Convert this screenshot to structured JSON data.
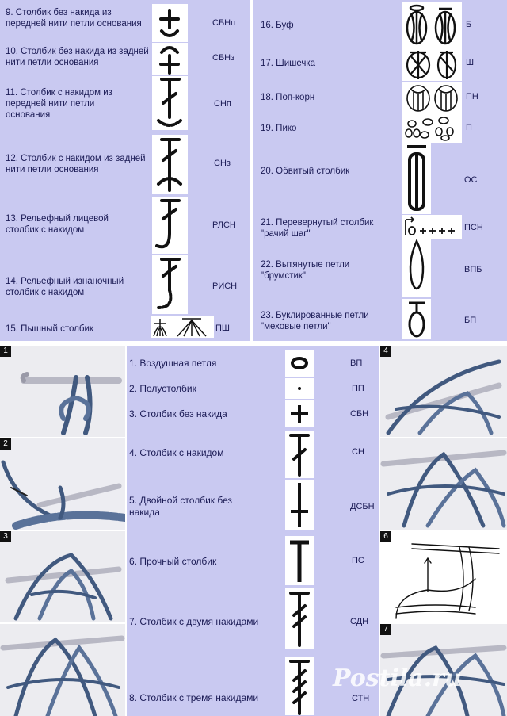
{
  "top_left": {
    "items": [
      {
        "label": "9. Столбик без накида из передней нити петли основания",
        "abbr": "СБНп",
        "icon": "stitch-sbn-front-loop-icon"
      },
      {
        "label": "10. Столбик без накида из задней нити петли основания",
        "abbr": "СБНз",
        "icon": "stitch-sbn-back-loop-icon"
      },
      {
        "label": "11. Столбик с накидом из передней нити петли основания",
        "abbr": "СНп",
        "icon": "stitch-sn-front-loop-icon"
      },
      {
        "label": "12. Столбик с накидом из задней нити петли основания",
        "abbr": "СНз",
        "icon": "stitch-sn-back-loop-icon"
      },
      {
        "label": "13. Рельефный лицевой столбик с накидом",
        "abbr": "РЛСН",
        "icon": "stitch-front-post-dc-icon"
      },
      {
        "label": "14. Рельефный изнаночный столбик с накидом",
        "abbr": "РИСН",
        "icon": "stitch-back-post-dc-icon"
      },
      {
        "label": "15. Пышный столбик",
        "abbr": "ПШ",
        "icon": "stitch-puff-icon"
      }
    ]
  },
  "top_right": {
    "items": [
      {
        "label": "16. Буф",
        "abbr": "Б",
        "icon": "stitch-bobble-icon"
      },
      {
        "label": "17. Шишечка",
        "abbr": "Ш",
        "icon": "stitch-cluster-icon"
      },
      {
        "label": "18. Поп-корн",
        "abbr": "ПН",
        "icon": "stitch-popcorn-icon"
      },
      {
        "label": "19. Пико",
        "abbr": "П",
        "icon": "stitch-picot-icon"
      },
      {
        "label": "20. Обвитый столбик",
        "abbr": "ОС",
        "icon": "stitch-wrapped-icon"
      },
      {
        "label": "21. Перевернутый столбик \"рачий шаг\"",
        "abbr": "ПСН",
        "icon": "stitch-crab-icon"
      },
      {
        "label": "22. Вытянутые петли \"брумстик\"",
        "abbr": "ВПБ",
        "icon": "stitch-broomstick-icon"
      },
      {
        "label": "23. Буклированные петли \"меховые петли\"",
        "abbr": "БП",
        "icon": "stitch-loop-icon"
      }
    ]
  },
  "bottom_center": {
    "items": [
      {
        "label": "1. Воздушная петля",
        "abbr": "ВП",
        "icon": "stitch-chain-icon"
      },
      {
        "label": "2. Полустолбик",
        "abbr": "ПП",
        "icon": "stitch-slip-icon"
      },
      {
        "label": "3. Столбик без накида",
        "abbr": "СБН",
        "icon": "stitch-sc-icon"
      },
      {
        "label": "4. Столбик с накидом",
        "abbr": "СН",
        "icon": "stitch-dc-icon"
      },
      {
        "label": "5. Двойной столбик без накида",
        "abbr": "ДСБН",
        "icon": "stitch-double-sc-icon"
      },
      {
        "label": "6. Прочный столбик",
        "abbr": "ПС",
        "icon": "stitch-strong-icon"
      },
      {
        "label": "7. Столбик с двумя накидами",
        "abbr": "СДН",
        "icon": "stitch-tr-icon"
      },
      {
        "label": "8. Столбик с тремя накидами",
        "abbr": "СТН",
        "icon": "stitch-dtr-icon"
      }
    ]
  },
  "photos": {
    "left": [
      "1",
      "2",
      "3"
    ],
    "right": [
      "4",
      "6",
      "7"
    ]
  },
  "watermark": "Postila.ru",
  "colors": {
    "panel": "#c9c9f1",
    "text": "#1b1b55"
  }
}
